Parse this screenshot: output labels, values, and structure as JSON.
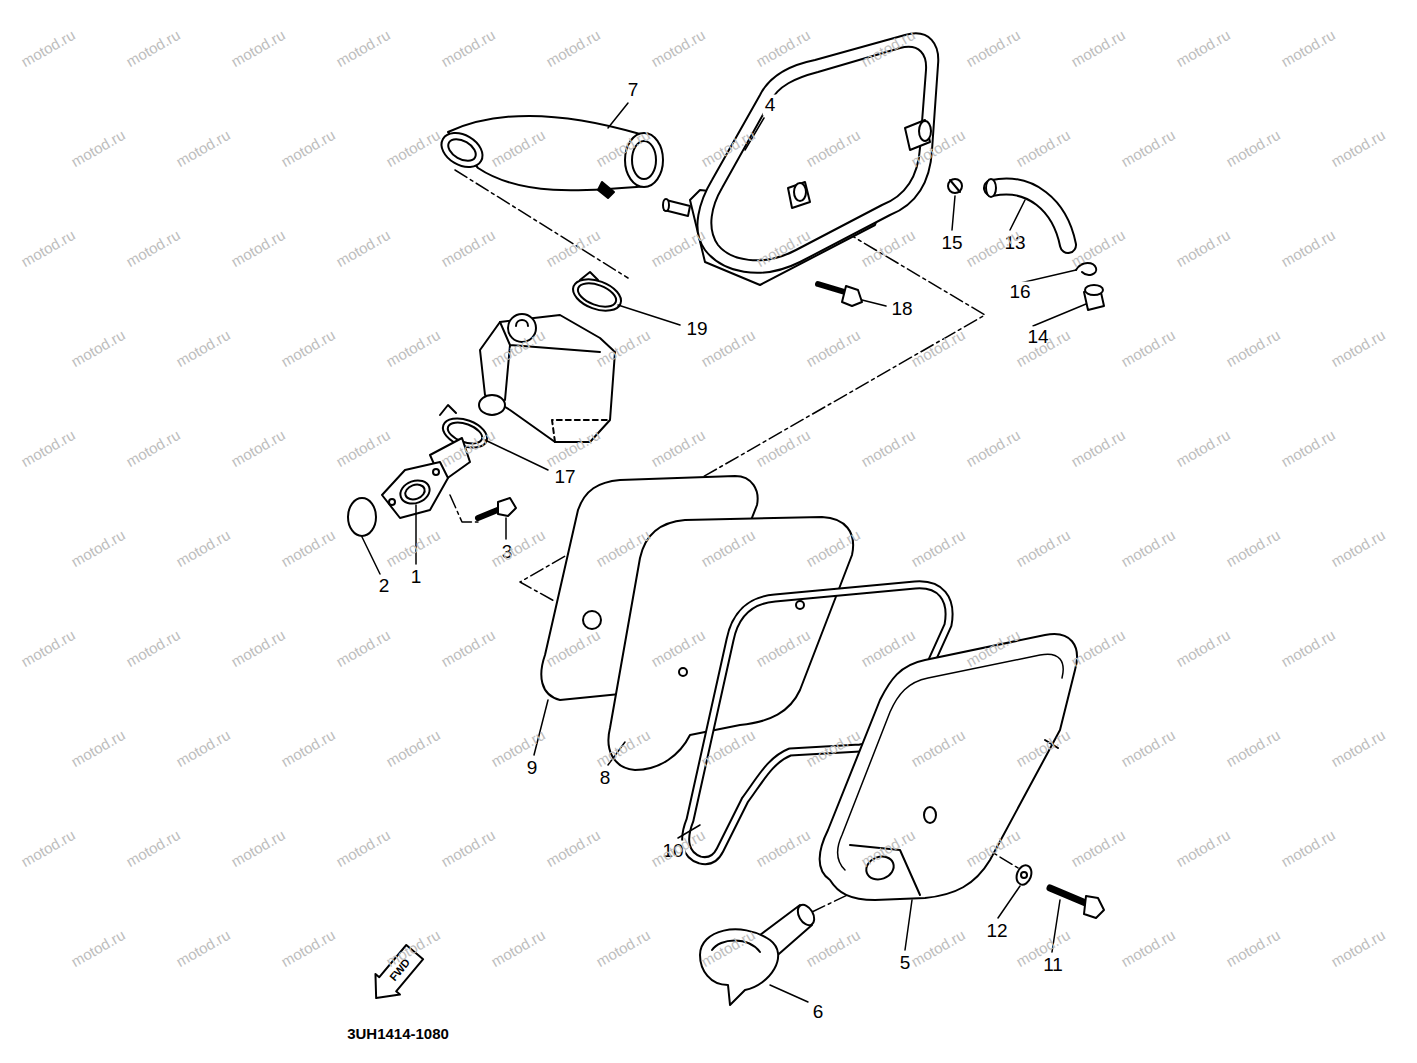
{
  "diagram": {
    "labels": [
      "7",
      "4",
      "15",
      "13",
      "16",
      "14",
      "18",
      "19",
      "17",
      "3",
      "2",
      "1",
      "9",
      "8",
      "10",
      "5",
      "12",
      "11",
      "6",
      "FWD",
      "3UH1414-1080",
      "motod.ru",
      "motod.ru",
      "motod.ru",
      "motod.ru",
      "motod.ru",
      "motod.ru",
      "motod.ru",
      "motod.ru",
      "motod.ru",
      "motod.ru",
      "motod.ru",
      "motod.ru",
      "motod.ru",
      "motod.ru",
      "motod.ru",
      "motod.ru",
      "motod.ru",
      "motod.ru",
      "motod.ru",
      "motod.ru",
      "motod.ru",
      "motod.ru",
      "motod.ru",
      "motod.ru",
      "motod.ru",
      "motod.ru",
      "motod.ru",
      "motod.ru",
      "motod.ru",
      "motod.ru",
      "motod.ru",
      "motod.ru",
      "motod.ru",
      "motod.ru",
      "motod.ru",
      "motod.ru",
      "motod.ru",
      "motod.ru",
      "motod.ru",
      "motod.ru",
      "motod.ru",
      "motod.ru",
      "motod.ru",
      "motod.ru",
      "motod.ru",
      "motod.ru",
      "motod.ru",
      "motod.ru",
      "motod.ru",
      "motod.ru",
      "motod.ru",
      "motod.ru",
      "motod.ru",
      "motod.ru",
      "motod.ru",
      "motod.ru",
      "motod.ru",
      "motod.ru",
      "motod.ru",
      "motod.ru",
      "motod.ru",
      "motod.ru",
      "motod.ru",
      "motod.ru",
      "motod.ru",
      "motod.ru",
      "motod.ru",
      "motod.ru",
      "motod.ru",
      "motod.ru",
      "motod.ru",
      "motod.ru",
      "motod.ru",
      "motod.ru",
      "motod.ru",
      "motod.ru",
      "motod.ru",
      "motod.ru",
      "motod.ru",
      "motod.ru",
      "motod.ru",
      "motod.ru",
      "motod.ru",
      "motod.ru",
      "motod.ru",
      "motod.ru",
      "motod.ru",
      "motod.ru",
      "motod.ru",
      "motod.ru",
      "motod.ru",
      "motod.ru",
      "motod.ru",
      "motod.ru",
      "motod.ru",
      "motod.ru",
      "motod.ru",
      "motod.ru",
      "motod.ru",
      "motod.ru",
      "motod.ru",
      "motod.ru",
      "motod.ru",
      "motod.ru",
      "motod.ru",
      "motod.ru",
      "motod.ru",
      "motod.ru",
      "motod.ru",
      "motod.ru",
      "motod.ru",
      "motod.ru",
      "motod.ru",
      "motod.ru",
      "motod.ru",
      "motod.ru",
      "motod.ru",
      "motod.ru",
      "motod.ru",
      "motod.ru",
      "motod.ru",
      "motod.ru",
      "motod.ru",
      "motod.ru",
      "motod.ru",
      "motod.ru",
      "motod.ru",
      "motod.ru",
      "motod.ru",
      "motod.ru"
    ]
  }
}
